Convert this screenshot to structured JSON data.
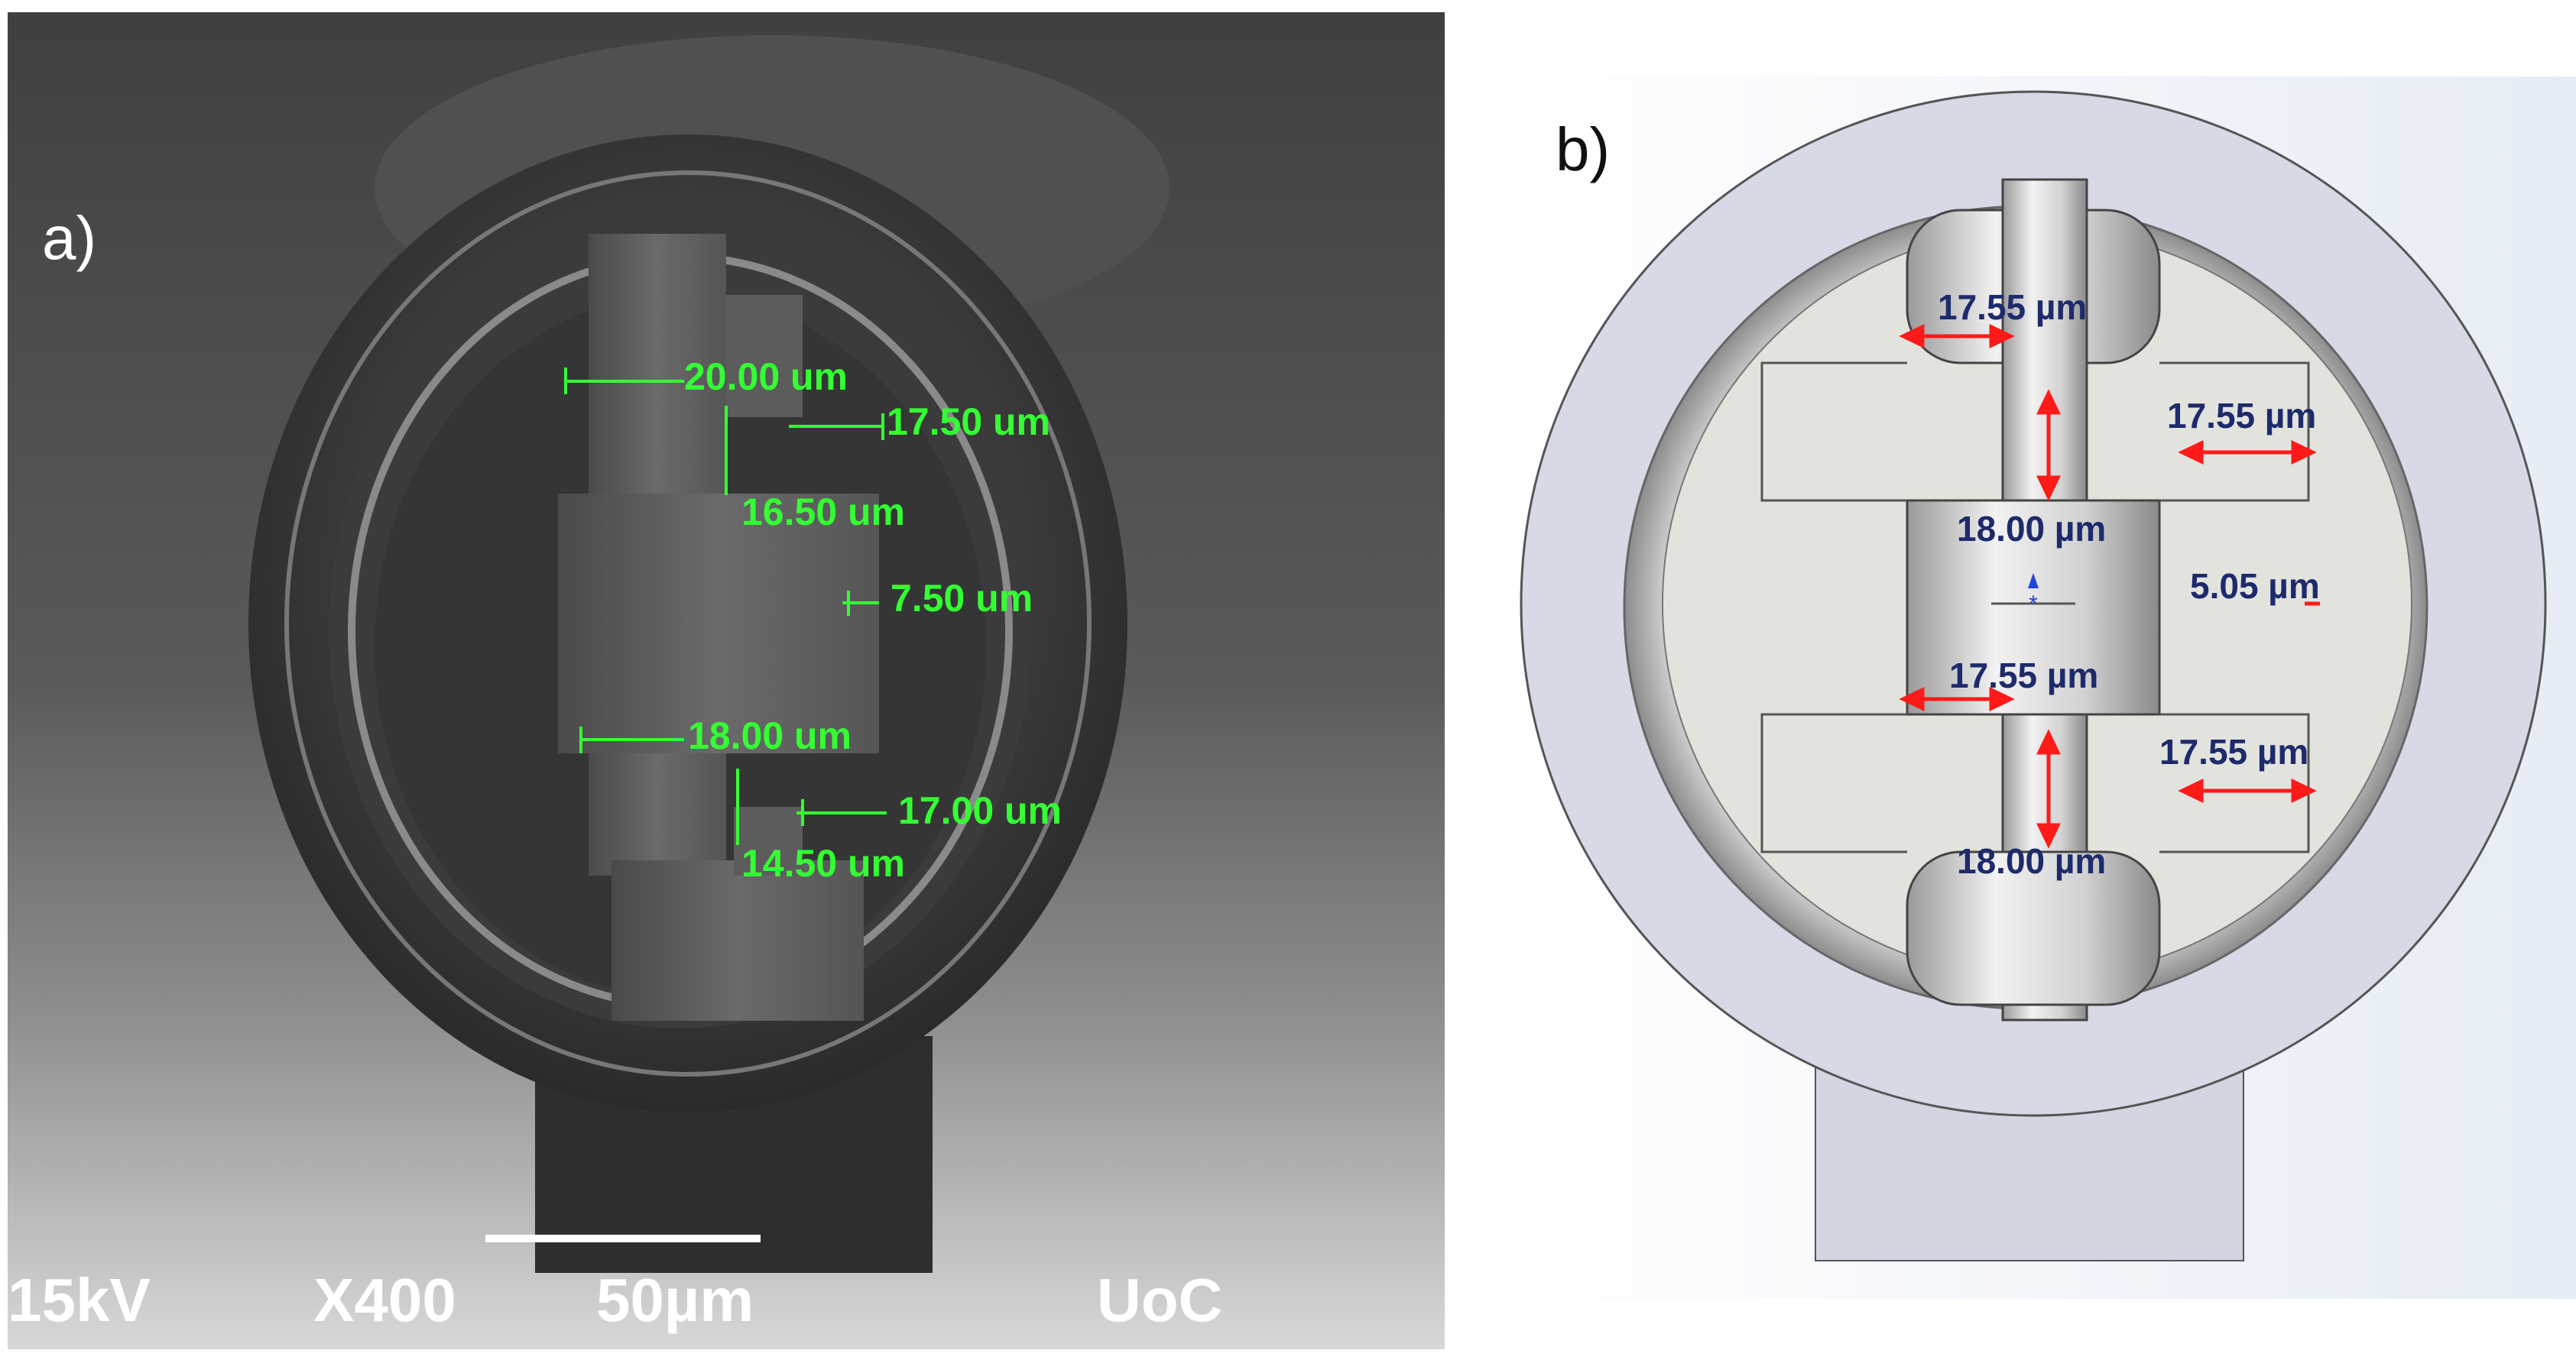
{
  "panel_a": {
    "tag": "a)",
    "measurements": [
      "20.00 um",
      "17.50 um",
      "16.50 um",
      "7.50 um",
      "18.00 um",
      "17.00 um",
      "14.50 um"
    ],
    "info_bar": {
      "voltage": "15kV",
      "magnification": "X400",
      "scale": "50µm",
      "org": "UoC"
    }
  },
  "panel_b": {
    "tag": "b)",
    "measurements": [
      "17.55 µm",
      "17.55 µm",
      "18.00 µm",
      "5.05 µm",
      "17.55 µm",
      "17.55 µm",
      "18.00 µm"
    ]
  },
  "colors": {
    "measure_green": "#33ff33",
    "measure_navy": "#1d2a6b",
    "arrow_red": "#ff1a1a"
  }
}
